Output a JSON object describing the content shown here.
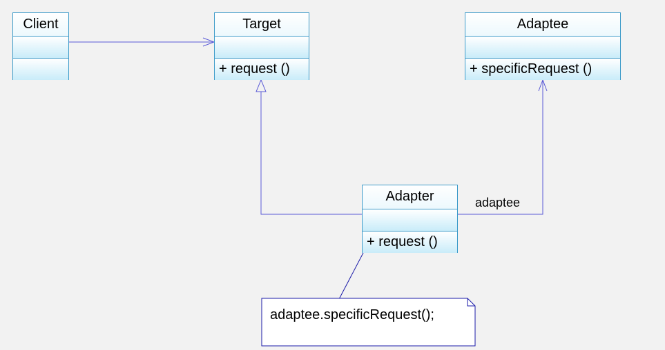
{
  "classes": {
    "client": {
      "name": "Client"
    },
    "target": {
      "name": "Target",
      "operation": "+  request ()"
    },
    "adaptee": {
      "name": "Adaptee",
      "operation": "+  specificRequest ()"
    },
    "adapter": {
      "name": "Adapter",
      "operation": "+  request ()"
    }
  },
  "association_label": "adaptee",
  "note": {
    "text": "adaptee.specificRequest();"
  },
  "colors": {
    "connector": "#5b5bd6",
    "class_border": "#3d9bc9",
    "note_border": "#1a1aa8"
  }
}
